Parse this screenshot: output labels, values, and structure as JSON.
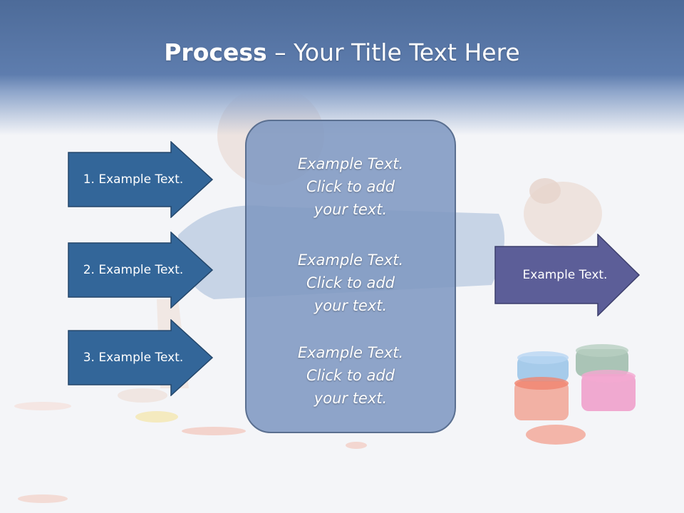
{
  "slide": {
    "title_bold": "Process",
    "title_rest": " – Your Title Text Here"
  },
  "left_arrows": [
    {
      "label": "1. Example Text."
    },
    {
      "label": "2. Example Text."
    },
    {
      "label": "3. Example Text."
    }
  ],
  "center_box": {
    "paragraphs": [
      {
        "line1": "Example Text.",
        "line2": "Click  to add",
        "line3": "your text."
      },
      {
        "line1": "Example Text.",
        "line2": "Click  to add",
        "line3": "your text."
      },
      {
        "line1": "Example Text.",
        "line2": "Click  to add",
        "line3": "your text."
      }
    ]
  },
  "right_arrow": {
    "label": "Example Text."
  },
  "colors": {
    "title_band": "#5e7dae",
    "left_arrow_fill": "#336699",
    "center_box_fill": "#8098c2",
    "right_arrow_fill": "#5c5e98"
  }
}
